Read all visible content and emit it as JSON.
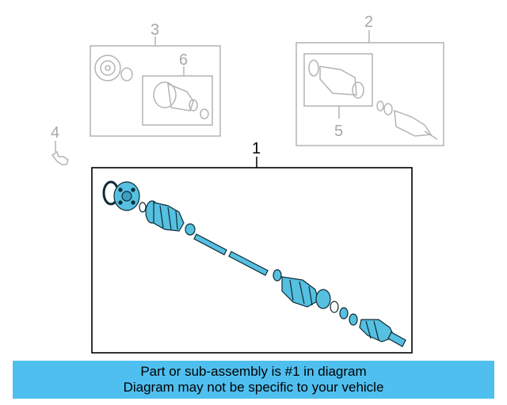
{
  "callouts": {
    "c1": "1",
    "c2": "2",
    "c3": "3",
    "c4": "4",
    "c5": "5",
    "c6": "6"
  },
  "info": {
    "line1": "Part or sub-assembly is #1 in diagram",
    "line2": "Diagram may not be specific to your vehicle"
  },
  "colors": {
    "highlight_fill": "#56c0e0",
    "info_bar": "#4fbfef",
    "dim_stroke": "#b4b4b4"
  }
}
